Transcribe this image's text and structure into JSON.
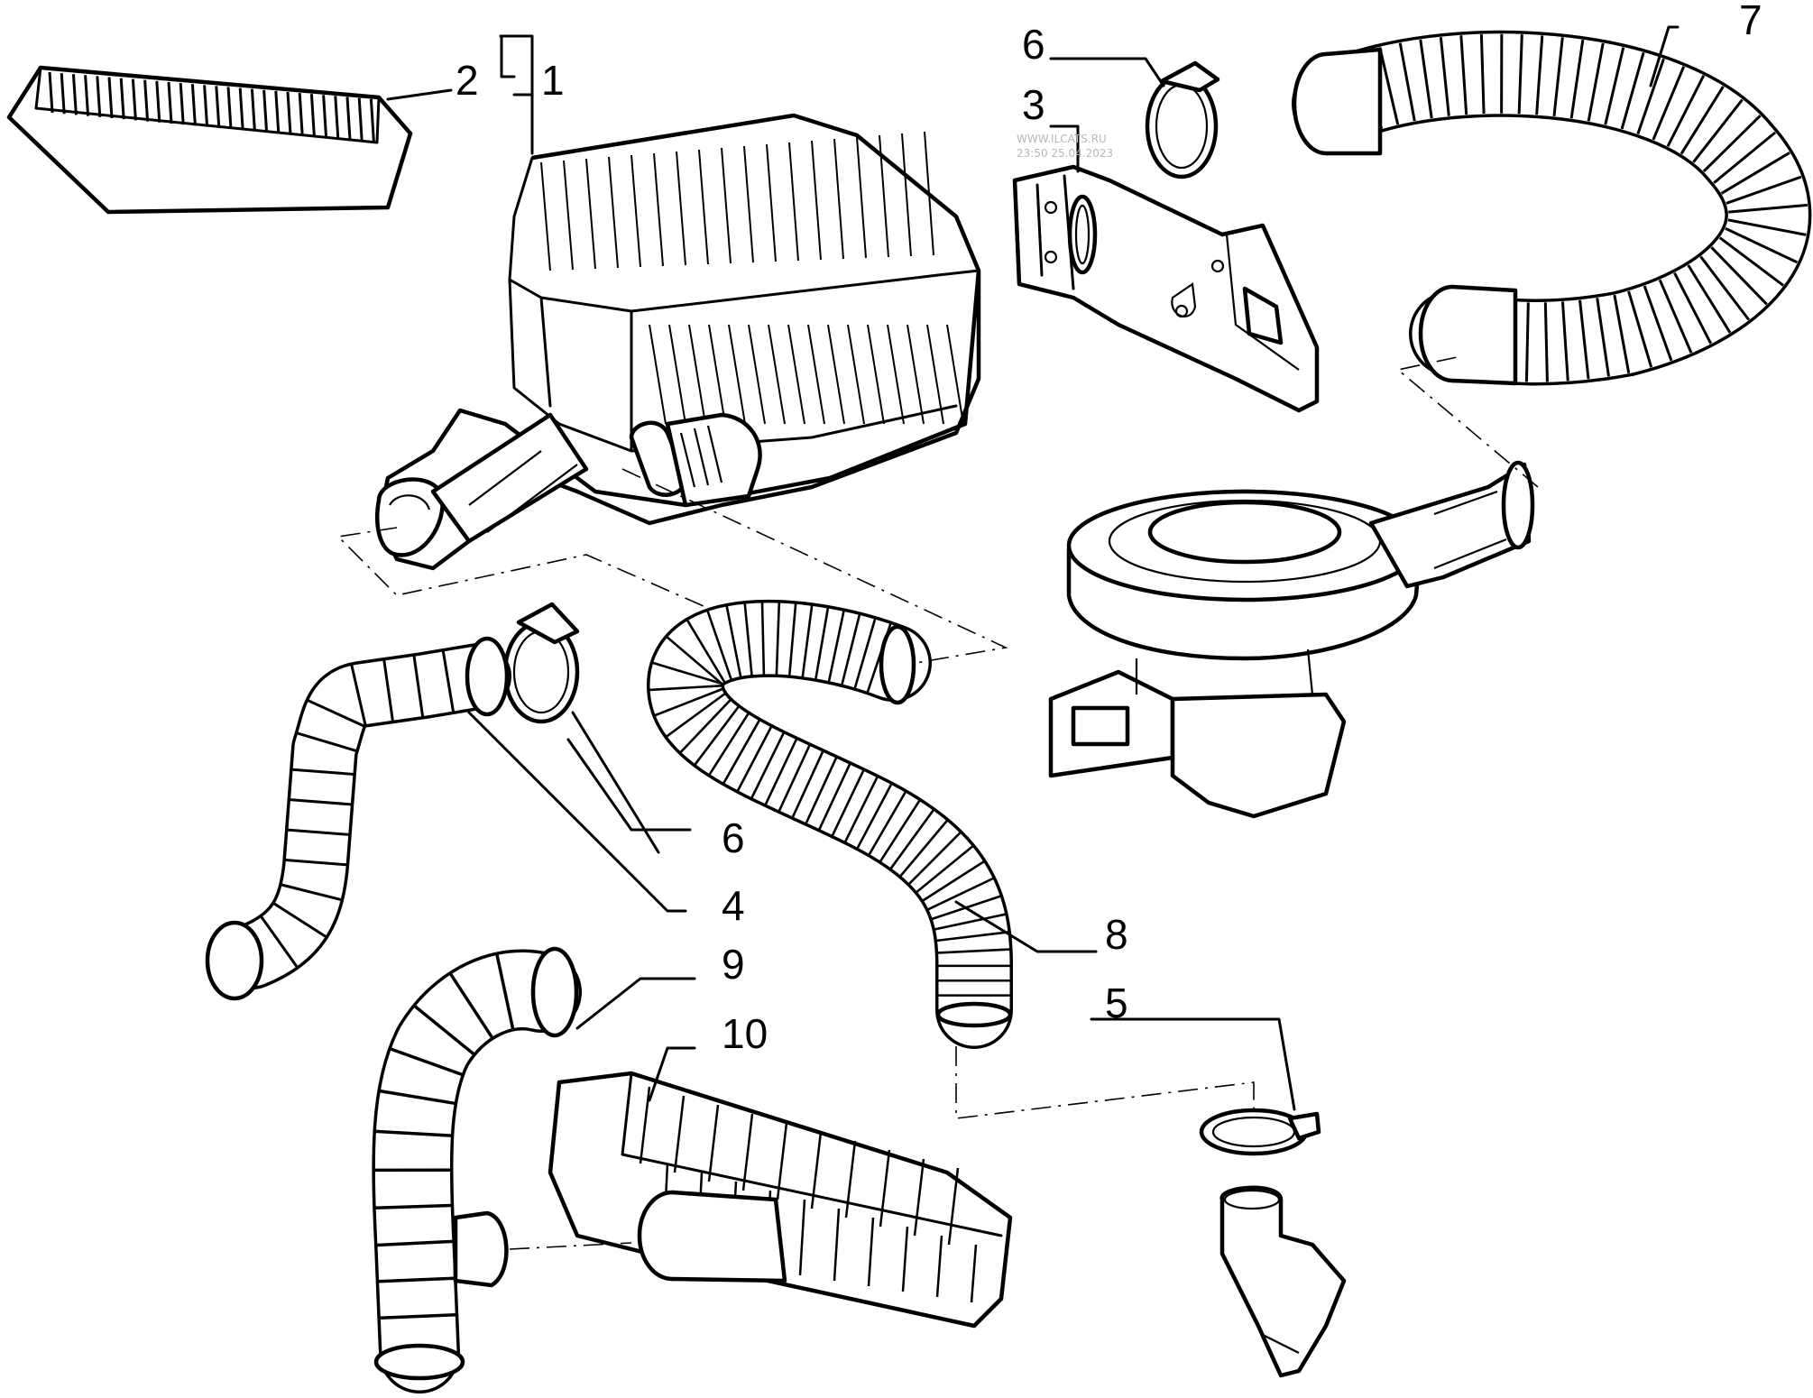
{
  "callouts": [
    {
      "id": "c1",
      "text": "1"
    },
    {
      "id": "c2",
      "text": "2"
    },
    {
      "id": "c3",
      "text": "3"
    },
    {
      "id": "c4",
      "text": "4"
    },
    {
      "id": "c5",
      "text": "5"
    },
    {
      "id": "c6a",
      "text": "6"
    },
    {
      "id": "c6b",
      "text": "6"
    },
    {
      "id": "c7",
      "text": "7"
    },
    {
      "id": "c8",
      "text": "8"
    },
    {
      "id": "c9",
      "text": "9"
    },
    {
      "id": "c10",
      "text": "10"
    }
  ],
  "watermark": {
    "line1": "WWW.ILCATS.RU",
    "line2": "23:50 25.04.2023"
  }
}
